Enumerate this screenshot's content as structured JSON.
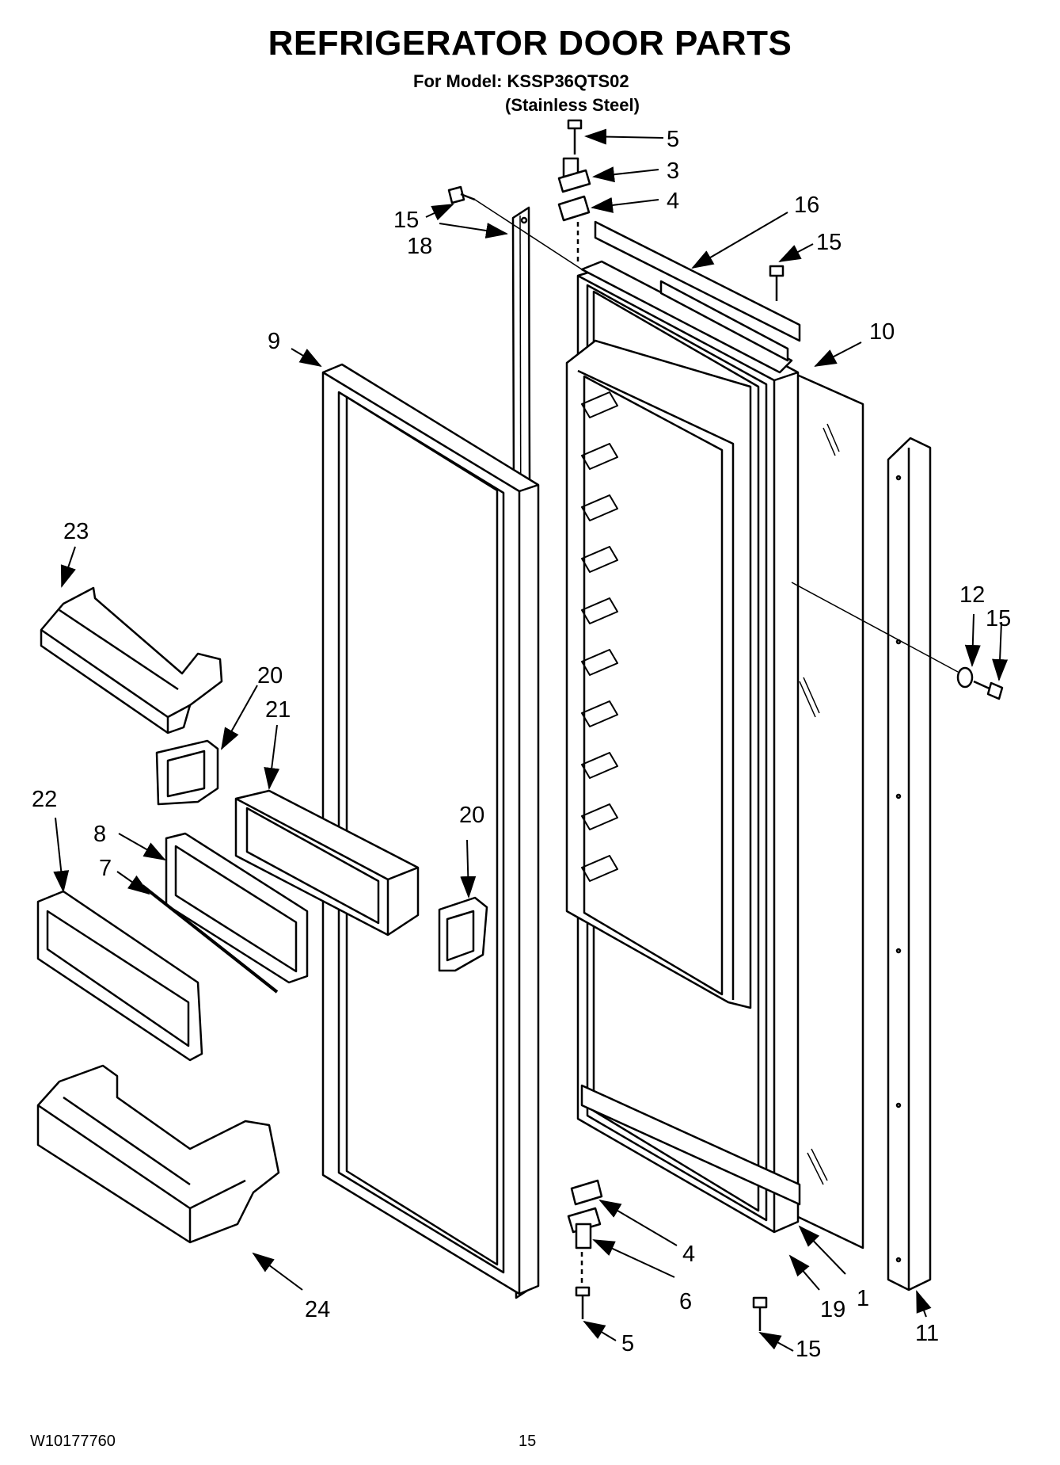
{
  "title": "REFRIGERATOR DOOR PARTS",
  "model_line": "For Model: KSSP36QTS02",
  "finish_line": "(Stainless Steel)",
  "doc_number": "W10177760",
  "page_number": "15",
  "callouts": [
    "5",
    "3",
    "4",
    "15",
    "16",
    "15",
    "18",
    "9",
    "10",
    "23",
    "12",
    "15",
    "20",
    "21",
    "22",
    "20",
    "8",
    "7",
    "4",
    "6",
    "1",
    "19",
    "24",
    "5",
    "15",
    "11"
  ]
}
